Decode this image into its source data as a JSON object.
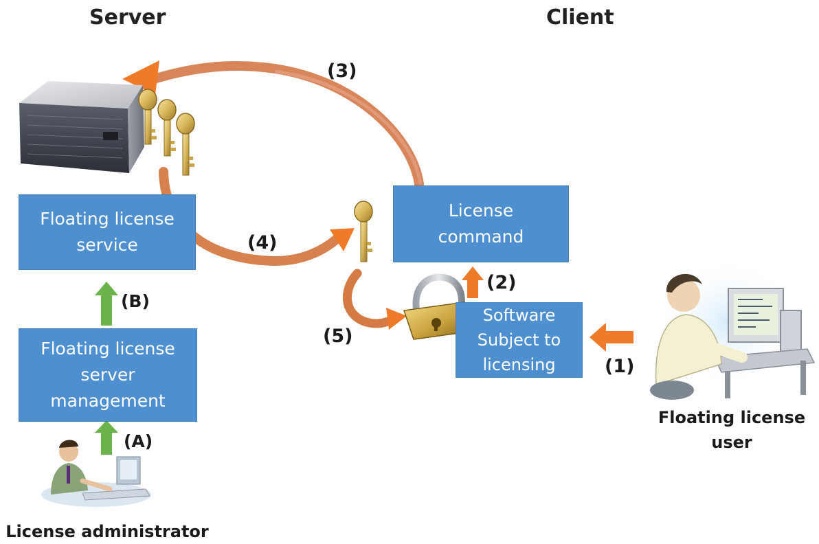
{
  "headings": {
    "server": "Server",
    "client": "Client"
  },
  "boxes": {
    "floating_service": [
      "Floating license",
      "service"
    ],
    "server_management": [
      "Floating license",
      "server",
      "management"
    ],
    "license_command": [
      "License",
      "command"
    ],
    "software": [
      "Software",
      "Subject to",
      "licensing"
    ]
  },
  "steps": {
    "a": "(A)",
    "b": "(B)",
    "s1": "(1)",
    "s2": "(2)",
    "s3": "(3)",
    "s4": "(4)",
    "s5": "(5)"
  },
  "captions": {
    "admin": "License administrator",
    "user": [
      "Floating license",
      "user"
    ]
  },
  "icons": [
    "server-icon",
    "key-icon",
    "padlock-icon",
    "administrator-icon",
    "user-workstation-icon"
  ],
  "colors": {
    "box": "#4d8fcf",
    "orange_arrow": "#e8772e",
    "green_arrow": "#6bb44b",
    "key_gold": "#d9b85c"
  }
}
